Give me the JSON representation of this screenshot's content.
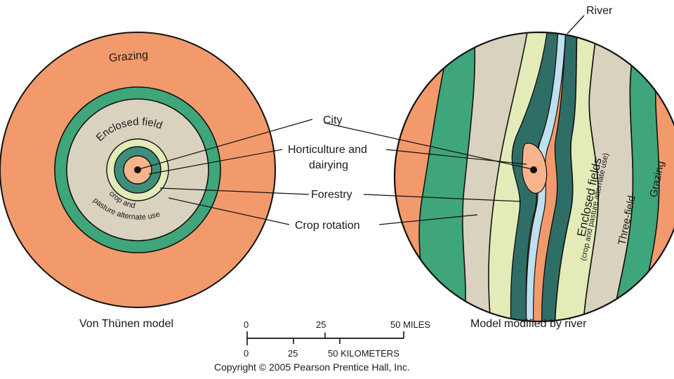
{
  "colors": {
    "grazing": "#f29a6c",
    "forestry": "#3fa57a",
    "forestry_dark": "#2f6e66",
    "enclosed": "#d9d2be",
    "horticulture": "#e3ecb9",
    "city_zone": "#f6b48c",
    "river": "#bfe0ee",
    "outline": "#111111"
  },
  "left_model": {
    "caption": "Von Thünen model",
    "grazing_label": "Grazing",
    "enclosed_label": "Enclosed field",
    "crop_label_1": "crop and",
    "crop_label_2": "pasture alternate use"
  },
  "center_labels": {
    "city": "City",
    "horticulture_1": "Horticulture and",
    "horticulture_2": "dairying",
    "forestry": "Forestry",
    "crop_rotation": "Crop rotation"
  },
  "right_model": {
    "caption": "Model modified by river",
    "river_label": "River",
    "enclosed_label": "Enclosed fields",
    "enclosed_sub": "(crop and pasture alternate use)",
    "three_field": "Three-field",
    "grazing_label": "Grazing"
  },
  "scale": {
    "miles": [
      "0",
      "25",
      "50 MILES"
    ],
    "km": [
      "0",
      "25",
      "50 KILOMETERS"
    ]
  },
  "copyright": "Copyright © 2005 Pearson Prentice Hall, Inc."
}
